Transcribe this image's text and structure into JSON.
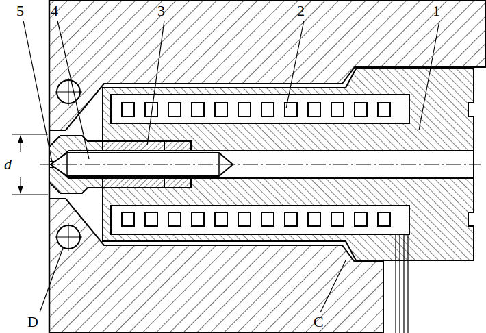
{
  "diagram": {
    "labels": [
      "5",
      "4",
      "3",
      "2",
      "1",
      "d",
      "D",
      "C"
    ]
  }
}
